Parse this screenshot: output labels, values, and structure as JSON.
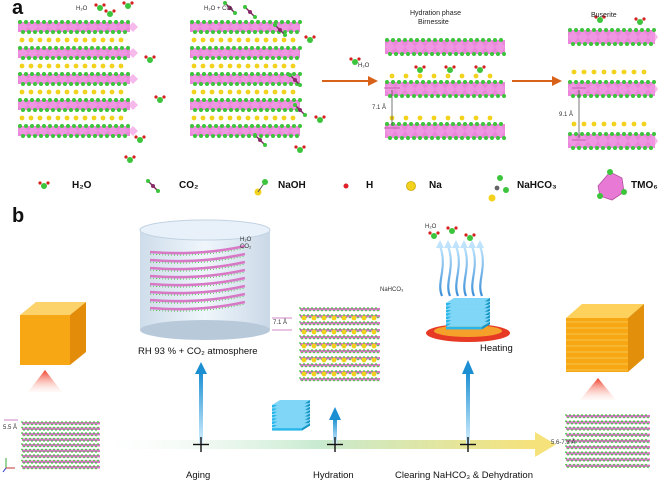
{
  "panel_a": {
    "letter": "a",
    "stage_labels": {
      "h2o": "H₂O",
      "h2o_co2": "H₂O + CO₂",
      "hydration_line1": "Hydration phase",
      "hydration_line2": "Birnessite",
      "buserite": "Buserite"
    },
    "arrow_h2o": "H₂O",
    "spacing_birnessite": "7.1 Å",
    "spacing_buserite": "9.1 Å",
    "legend": [
      {
        "icon": "water-molecule-icon",
        "label": "H₂O"
      },
      {
        "icon": "co2-molecule-icon",
        "label": "CO₂"
      },
      {
        "icon": "naoh-molecule-icon",
        "label": "NaOH"
      },
      {
        "icon": "hydrogen-atom-icon",
        "label": "H"
      },
      {
        "icon": "sodium-atom-icon",
        "label": "Na"
      },
      {
        "icon": "nahco3-molecule-icon",
        "label": "NaHCO₃"
      },
      {
        "icon": "tmo6-octahedron-icon",
        "label": "TMO₆"
      }
    ]
  },
  "panel_b": {
    "letter": "b",
    "atmosphere_label": "RH 93 % + CO₂ atmosphere",
    "cylinder_h2o": "H₂O",
    "cylinder_co2": "CO₂",
    "heating_label": "Heating",
    "steam_h2o": "H₂O",
    "nahco3_small": "NaHCO₃",
    "spacing_start": "5.5 Å",
    "spacing_hydrated": "7.1 Å",
    "spacing_end": "5.6-7.3 Å",
    "steps": [
      "Aging",
      "Hydration",
      "Clearing NaHCO₃ & Dehydration"
    ]
  },
  "colors": {
    "octahedron_pink": "#e87ad6",
    "oxygen_green": "#3cc43c",
    "sodium_yellow": "#f2d21c",
    "arrow_orange": "#d8621a",
    "cube_orange": "#f7a614",
    "axis_yellow": "#f6e27a",
    "blue_arrow": "#1b8fd2",
    "blue_stack": "#29b6ea",
    "red_hot": "#e73a25"
  }
}
